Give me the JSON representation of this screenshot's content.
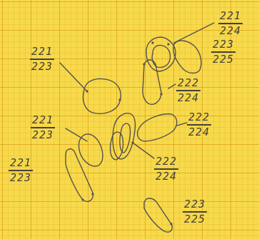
{
  "labels": [
    {
      "num": "221",
      "den": "224"
    },
    {
      "num": "223",
      "den": "225"
    },
    {
      "num": "221",
      "den": "223"
    },
    {
      "num": "222",
      "den": "224"
    },
    {
      "num": "221",
      "den": "223"
    },
    {
      "num": "222",
      "den": "224"
    },
    {
      "num": "222",
      "den": "224"
    },
    {
      "num": "221",
      "den": "223"
    },
    {
      "num": "223",
      "den": "225"
    }
  ]
}
